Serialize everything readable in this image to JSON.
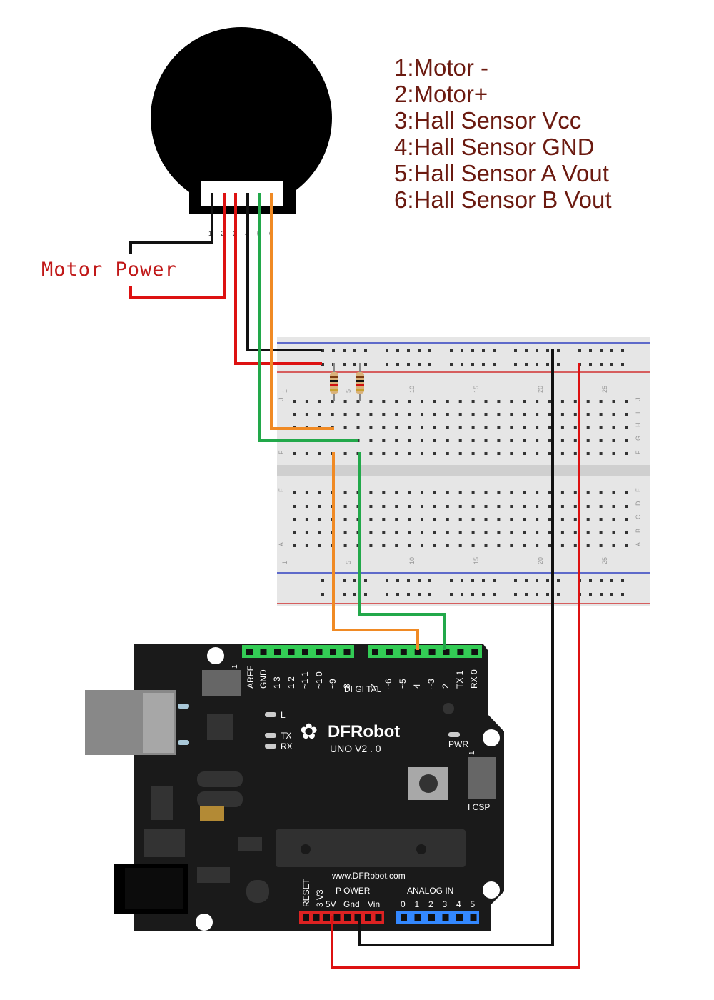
{
  "legend": [
    "1:Motor -",
    "2:Motor+",
    "3:Hall Sensor Vcc",
    "4:Hall Sensor GND",
    "5:Hall Sensor A Vout",
    "6:Hall Sensor B Vout"
  ],
  "motor_power_label": "Motor Power",
  "connector_pins": [
    "1",
    "2",
    "3",
    "4",
    "5",
    "6"
  ],
  "breadboard": {
    "column_numbers": [
      "1",
      "5",
      "10",
      "15",
      "20",
      "25"
    ],
    "row_letters_top": [
      "J",
      "I",
      "H",
      "G",
      "F"
    ],
    "row_letters_bottom": [
      "E",
      "D",
      "C",
      "B",
      "A"
    ]
  },
  "board": {
    "brand": "DFRobot",
    "model": "UNO V2 . 0",
    "url": "www.DFRobot.com",
    "digital_label": "DI GI TAL",
    "digital_pins_left": [
      "AREF",
      "GND",
      "1 3",
      "1 2",
      "~1 1",
      "~1 0",
      "~9",
      "8"
    ],
    "digital_pins_right": [
      "7",
      "~6",
      "~5",
      "4",
      "~3",
      "2",
      "TX 1",
      "RX 0"
    ],
    "led_labels": [
      "L",
      "TX",
      "RX"
    ],
    "pwr_label": "PWR",
    "icsp_label": "I CSP",
    "icsp_pin1": "1",
    "header_pin1": "1",
    "reset_label": "RESET",
    "power_label": "P OWER",
    "power_pins": [
      "3 V3",
      "5V",
      "Gnd",
      "Vin"
    ],
    "analog_label": "ANALOG IN",
    "analog_pins": [
      "0",
      "1",
      "2",
      "3",
      "4",
      "5"
    ]
  },
  "colors": {
    "wire_black": "#111111",
    "wire_red": "#dd1111",
    "wire_green": "#22a84a",
    "wire_orange": "#f08a24",
    "header_green": "#33cc55",
    "header_red": "#dd2222",
    "header_blue": "#3388ff",
    "board": "#1a1a1a",
    "legend_text": "#6b1a10"
  }
}
